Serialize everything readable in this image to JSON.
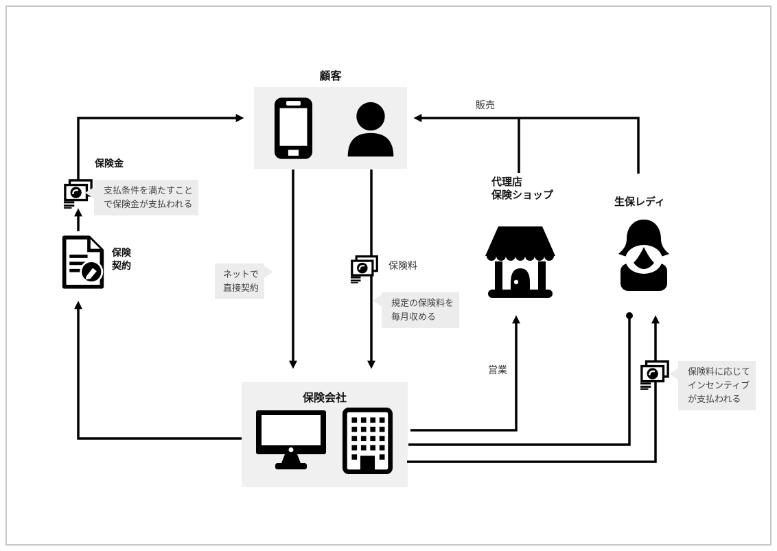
{
  "canvas": {
    "background": "#ffffff",
    "border_color": "#c6c6c6"
  },
  "colors": {
    "node_bg": "#f0f0f0",
    "callout_bg": "#ececec",
    "line": "#000000",
    "label_text": "#111111",
    "callout_text": "#3f3f3f"
  },
  "nodes": {
    "customer": {
      "label": "顧客",
      "icons": [
        "smartphone-icon",
        "person-icon"
      ]
    },
    "insurance_company": {
      "label": "保険会社",
      "icons": [
        "monitor-icon",
        "office-building-icon"
      ]
    },
    "agency": {
      "label_line1": "代理店",
      "label_line2": "保険ショップ",
      "icons": [
        "store-icon"
      ]
    },
    "sales_lady": {
      "label": "生保レディ",
      "icons": [
        "woman-icon"
      ]
    }
  },
  "artifacts": {
    "insurance_money": {
      "label": "保険金",
      "icon": "money-icon"
    },
    "insurance_contract": {
      "label_line1": "保険",
      "label_line2": "契約",
      "icon": "contract-document-icon"
    },
    "premium": {
      "label": "保険料",
      "icon": "money-icon"
    },
    "incentive": {
      "icon": "money-icon"
    }
  },
  "edge_labels": {
    "sales": "販売",
    "business": "営業"
  },
  "callouts": {
    "payout_condition": {
      "line1": "支払条件を満たすこと",
      "line2": "で保険金が支払われる"
    },
    "net_contract": {
      "line1": "ネットで",
      "line2": "直接契約"
    },
    "premium_monthly": {
      "line1": "規定の保険料を",
      "line2": "毎月収める"
    },
    "incentive_payment": {
      "line1": "保険料に応じて",
      "line2": "インセンティブ",
      "line3": "が支払われる"
    }
  }
}
